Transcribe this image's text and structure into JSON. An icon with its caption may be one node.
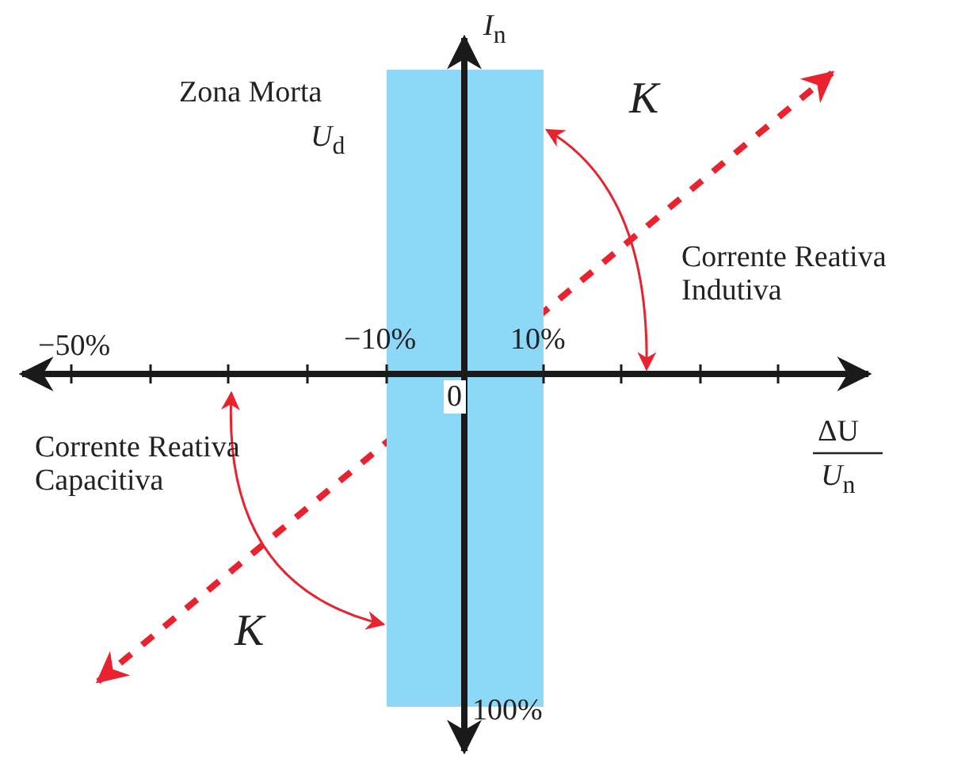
{
  "diagram": {
    "labels": [
      "*I*$_{n}$",
      "Zona Morta",
      "*U*$_{d}$",
      "*K*",
      "Corrente Reativa Indutiva",
      "−50%",
      "−10%",
      "10%",
      "0",
      "ΔU",
      "*U*$_{n}$",
      "Corrente Reativa Capacitiva",
      "*K*",
      "100%"
    ]
  }
}
